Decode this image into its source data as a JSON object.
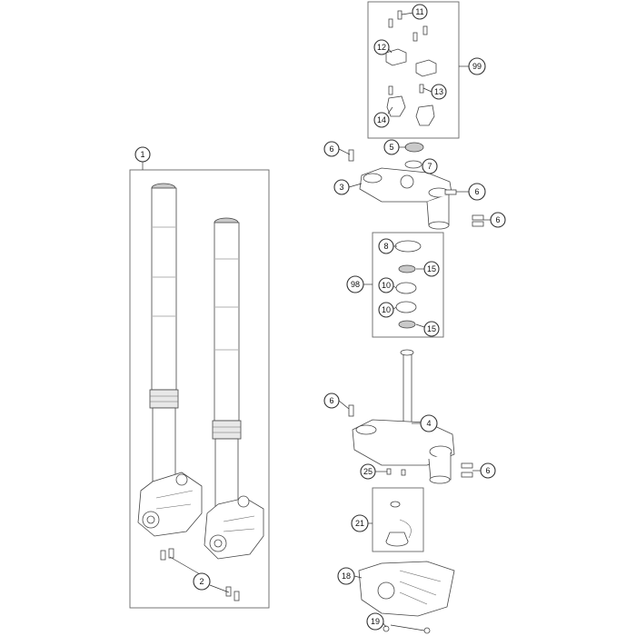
{
  "callouts": {
    "c1": "1",
    "c2": "2",
    "c3": "3",
    "c4": "4",
    "c5": "5",
    "c6a": "6",
    "c6b": "6",
    "c6c": "6",
    "c6d": "6",
    "c6e": "6",
    "c7": "7",
    "c8": "8",
    "c10a": "10",
    "c10b": "10",
    "c11": "11",
    "c12": "12",
    "c13": "13",
    "c14": "14",
    "c15a": "15",
    "c15b": "15",
    "c18": "18",
    "c19": "19",
    "c21": "21",
    "c25": "25",
    "c98": "98",
    "c99": "99"
  },
  "colors": {
    "line": "#444444",
    "shade": "#c9c9c9",
    "background": "#ffffff"
  }
}
